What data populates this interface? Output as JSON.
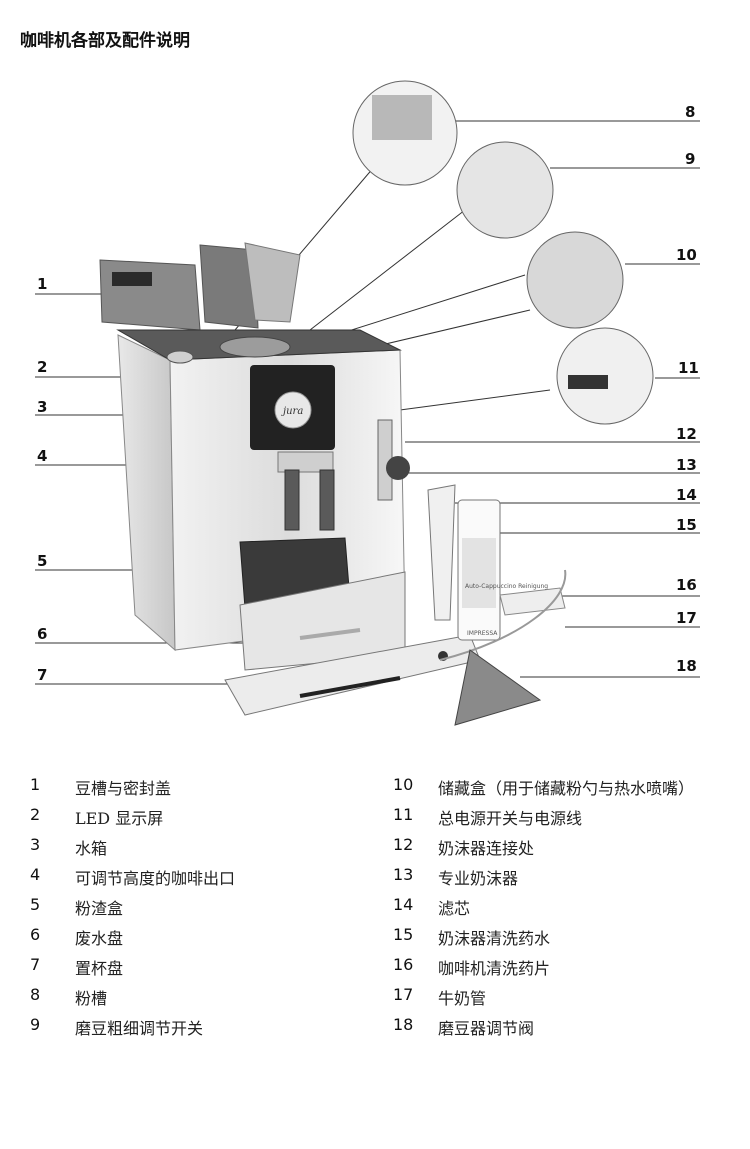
{
  "title": "咖啡机各部及配件说明",
  "callouts": [
    "1",
    "2",
    "3",
    "4",
    "5",
    "6",
    "7",
    "8",
    "9",
    "10",
    "11",
    "12",
    "13",
    "14",
    "15",
    "16",
    "17",
    "18"
  ],
  "legend": [
    {
      "num": "1",
      "text": "豆槽与密封盖"
    },
    {
      "num": "2",
      "text": "LED 显示屏"
    },
    {
      "num": "3",
      "text": "水箱"
    },
    {
      "num": "4",
      "text": "可调节高度的咖啡出口"
    },
    {
      "num": "5",
      "text": "粉渣盒"
    },
    {
      "num": "6",
      "text": "废水盘"
    },
    {
      "num": "7",
      "text": "置杯盘"
    },
    {
      "num": "8",
      "text": "粉槽"
    },
    {
      "num": "9",
      "text": "磨豆粗细调节开关"
    },
    {
      "num": "10",
      "text": "储藏盒（用于储藏粉勺与热水喷嘴）"
    },
    {
      "num": "11",
      "text": "总电源开关与电源线"
    },
    {
      "num": "12",
      "text": "奶沫器连接处"
    },
    {
      "num": "13",
      "text": "专业奶沫器"
    },
    {
      "num": "14",
      "text": "滤芯"
    },
    {
      "num": "15",
      "text": "奶沫器清洗药水"
    },
    {
      "num": "16",
      "text": "咖啡机清洗药片"
    },
    {
      "num": "17",
      "text": "牛奶管"
    },
    {
      "num": "18",
      "text": "磨豆器调节阀"
    }
  ],
  "brand": "jura",
  "product_label_a": "Auto-Cappuccino Reinigung",
  "product_label_b": "IMPRESSA"
}
